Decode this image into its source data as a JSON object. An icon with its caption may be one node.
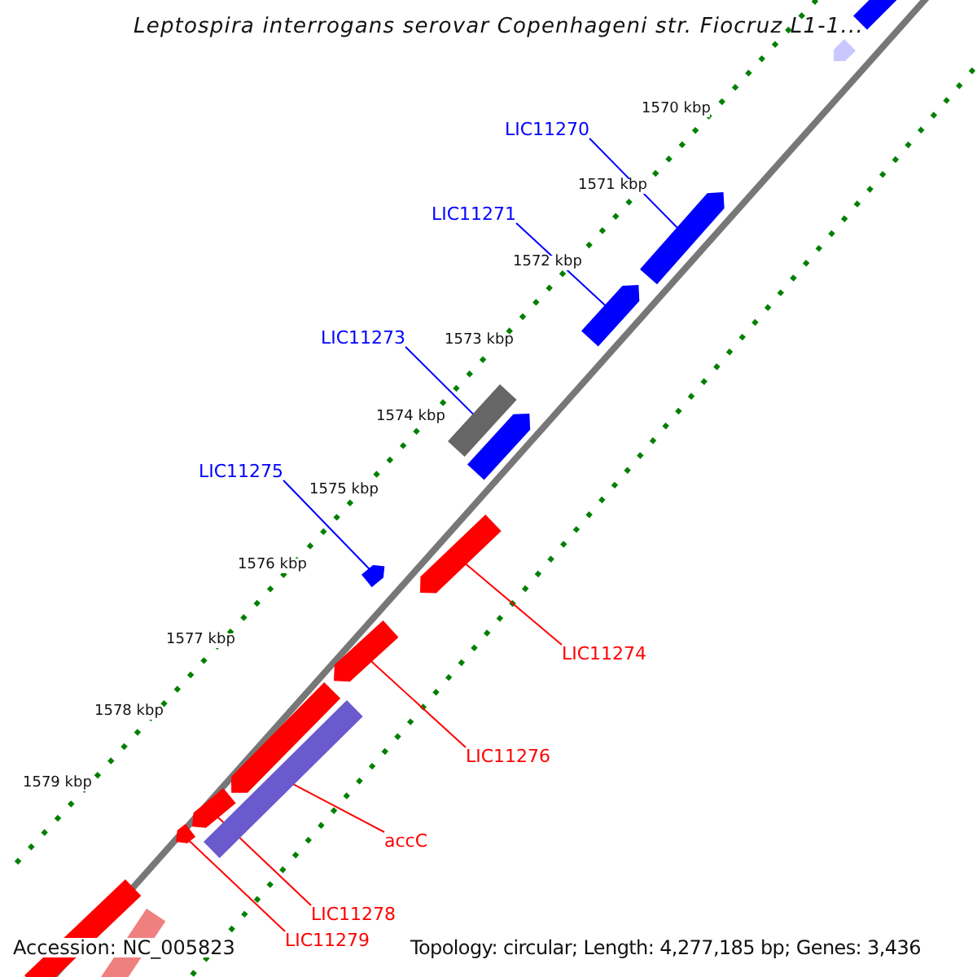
{
  "diagram": {
    "title": "Leptospira interrogans serovar Copenhageni str. Fiocruz L1-1...",
    "nodes": [
      {
        "text": [
          "LIC11270"
        ]
      },
      {
        "text": [
          "LIC11271"
        ]
      },
      {
        "text": [
          "LIC11273"
        ]
      },
      {
        "text": [
          "LIC11275"
        ]
      },
      {
        "text": [
          "LIC11274"
        ]
      },
      {
        "text": [
          "LIC11276"
        ]
      },
      {
        "text": [
          "accC"
        ]
      },
      {
        "text": [
          "LIC11278"
        ]
      },
      {
        "text": [
          "LIC11279"
        ]
      },
      {
        "text": [],
        "shape": "arrow"
      },
      {
        "text": [],
        "shape": "arrow"
      },
      {
        "text": [],
        "shape": "arrow"
      },
      {
        "text": [],
        "shape": "arrow"
      },
      {
        "text": [],
        "shape": "bar"
      },
      {
        "text": [],
        "shape": "arrow"
      },
      {
        "text": [],
        "shape": "arrow"
      },
      {
        "text": [],
        "shape": "arrow"
      },
      {
        "text": [],
        "shape": "arrow"
      },
      {
        "text": [],
        "shape": "arrow"
      },
      {
        "text": [],
        "shape": "bar"
      },
      {
        "text": [],
        "shape": "arrow"
      },
      {
        "text": [],
        "shape": "arrow"
      },
      {
        "text": [],
        "shape": "bar"
      },
      {
        "text": [],
        "shape": "bar"
      }
    ],
    "edges": [
      {
        "from": 0,
        "to": 11,
        "arrow": "none",
        "color": "#0000ff"
      },
      {
        "from": 1,
        "to": 12,
        "arrow": "none",
        "color": "#0000ff"
      },
      {
        "from": 2,
        "to": 13,
        "arrow": "none",
        "color": "#0000ff"
      },
      {
        "from": 3,
        "to": 15,
        "arrow": "none",
        "color": "#0000ff"
      },
      {
        "from": 4,
        "to": 16,
        "arrow": "none",
        "color": "#ff0000"
      },
      {
        "from": 5,
        "to": 17,
        "arrow": "none",
        "color": "#ff0000"
      },
      {
        "from": 6,
        "to": 19,
        "arrow": "none",
        "color": "#ff0000"
      },
      {
        "from": 7,
        "to": 20,
        "arrow": "none",
        "color": "#ff0000"
      },
      {
        "from": 8,
        "to": 21,
        "arrow": "none",
        "color": "#ff0000"
      }
    ],
    "labels": [
      "1570 kbp",
      "1571 kbp",
      "1572 kbp",
      "1573 kbp",
      "1574 kbp",
      "1575 kbp",
      "1576 kbp",
      "1577 kbp",
      "1578 kbp",
      "1579 kbp",
      "Accession: NC_005823",
      "Topology: circular; Length: 4,277,185 bp; Genes: 3,436"
    ]
  }
}
